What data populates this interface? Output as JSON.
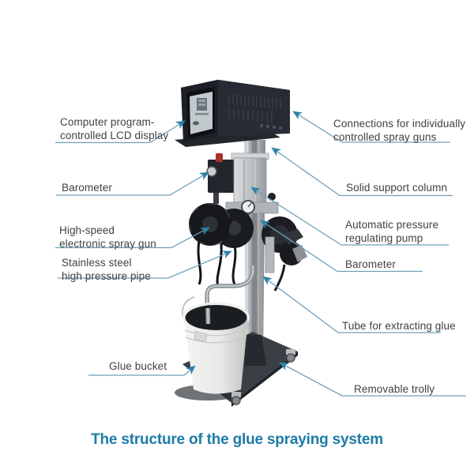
{
  "title": "The structure of the glue spraying system",
  "colors": {
    "line": "#6f9fba",
    "arrow": "#2e81a8",
    "label": "#3f4142",
    "title": "#1d7ba7"
  },
  "labels": {
    "lcd": "Computer program-\ncontrolled LCD display",
    "barometer_left": "Barometer",
    "spray_gun": "High-speed\nelectronic spray gun",
    "pipe": "Stainless steel\nhigh pressure pipe",
    "bucket": "Glue bucket",
    "connections": "Connections for individually\ncontrolled spray guns",
    "column": "Solid support column",
    "pump": "Automatic pressure\nregulating pump",
    "barometer_right": "Barometer",
    "tube": "Tube for extracting glue",
    "trolley": "Removable trolly"
  }
}
